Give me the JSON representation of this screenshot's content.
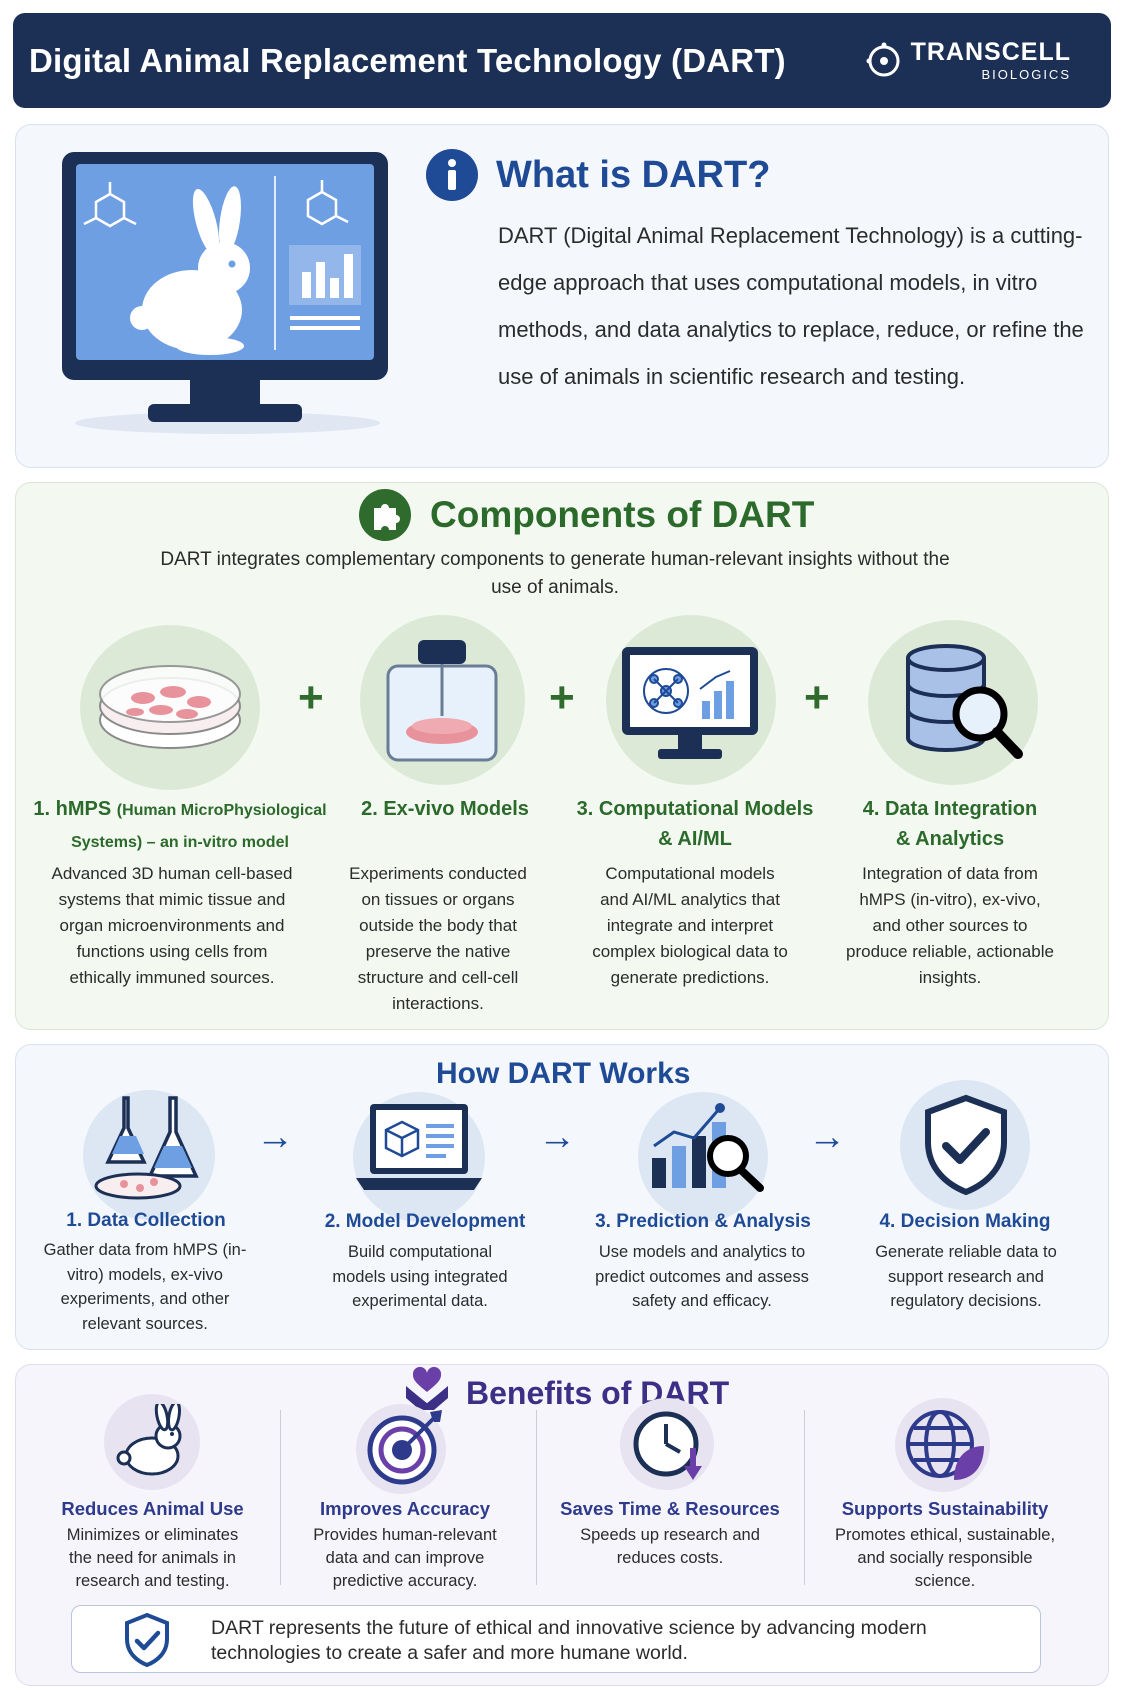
{
  "header": {
    "title": "Digital Animal Replacement Technology (DART)",
    "logo_name": "TRANSCELL",
    "logo_sub": "BIOLOGICS"
  },
  "what": {
    "title": "What is DART?",
    "body": "DART (Digital Animal Replacement Technology) is a cutting-edge approach that uses computational models, in vitro methods, and data analytics to replace, reduce, or refine the use of animals in scientific research and testing."
  },
  "components": {
    "title": "Components of DART",
    "intro": "DART integrates complementary components to generate human-relevant insights without the use of animals.",
    "items": [
      {
        "title_a": "1. hMPS",
        "title_b": "(Human MicroPhysiological",
        "title_c": "Systems) – an in-vitro model",
        "desc": "Advanced 3D human cell-based systems that mimic tissue and organ microenvironments and functions using cells from ethically immuned sources."
      },
      {
        "title_a": "2. Ex-vivo Models",
        "desc": "Experiments conducted on tissues or organs outside the body that preserve the native structure and cell-cell interactions."
      },
      {
        "title_a": "3. Computational Models",
        "title_b": "& AI/ML",
        "desc": "Computational models and AI/ML analytics that integrate and interpret complex biological data to generate predictions."
      },
      {
        "title_a": "4. Data Integration",
        "title_b": "& Analytics",
        "desc": "Integration of data from hMPS (in-vitro), ex-vivo, and other sources to produce reliable, actionable insights."
      }
    ],
    "plus": "+"
  },
  "how": {
    "title": "How DART Works",
    "arrow": "→",
    "steps": [
      {
        "title": "1. Data Collection",
        "desc": "Gather data from hMPS (in-vitro) models, ex-vivo experiments, and other relevant sources."
      },
      {
        "title": "2. Model Development",
        "desc": "Build computational models using integrated experimental data."
      },
      {
        "title": "3. Prediction & Analysis",
        "desc": "Use models and analytics to predict outcomes and assess safety and efficacy."
      },
      {
        "title": "4. Decision Making",
        "desc": "Generate reliable data to support research and regulatory decisions."
      }
    ]
  },
  "benefits": {
    "title": "Benefits of DART",
    "items": [
      {
        "title": "Reduces Animal Use",
        "desc": "Minimizes or eliminates the need for animals in research and testing."
      },
      {
        "title": "Improves Accuracy",
        "desc": "Provides human-relevant data and can improve predictive accuracy."
      },
      {
        "title": "Saves Time & Resources",
        "desc": "Speeds up research and reduces costs."
      },
      {
        "title": "Supports Sustainability",
        "desc": "Promotes ethical, sustainable, and socially responsible science."
      }
    ],
    "footer": "DART represents the future of ethical and innovative science by advancing modern technologies to create a safer and more humane world."
  },
  "colors": {
    "header_bg": "#1c2f55",
    "blue_accent": "#1f4a96",
    "green_accent": "#2b6a2b",
    "purple_accent": "#3b2f86"
  },
  "icons": [
    "logo-mark-icon",
    "info-icon",
    "monitor-rabbit-icon",
    "puzzle-icon",
    "petri-dish-icon",
    "tissue-jar-icon",
    "ai-monitor-icon",
    "database-search-icon",
    "flask-icon",
    "laptop-cube-icon",
    "chart-magnifier-icon",
    "shield-check-icon",
    "heart-hands-icon",
    "rabbit-icon",
    "target-icon",
    "clock-arrow-icon",
    "globe-leaf-icon"
  ]
}
